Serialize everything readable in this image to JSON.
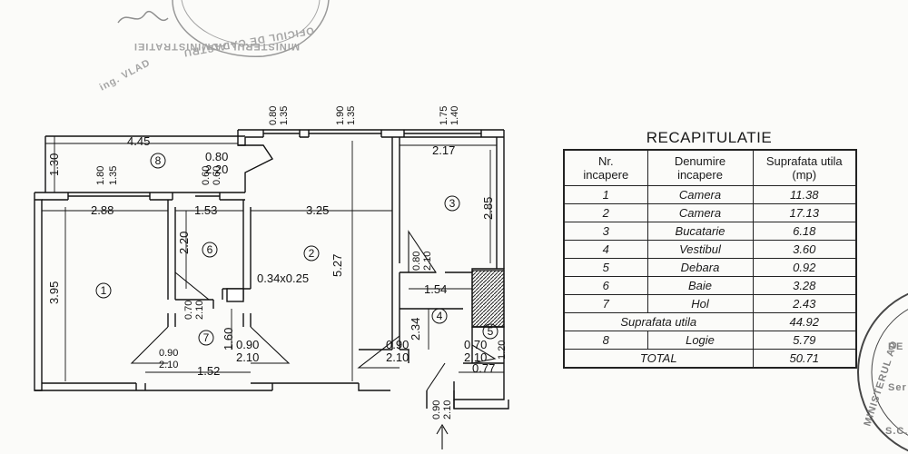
{
  "recap": {
    "title": "RECAPITULATIE",
    "headers": [
      "Nr. incapere",
      "Denumire incapere",
      "Suprafata utila (mp)"
    ],
    "rows": [
      {
        "nr": "1",
        "name": "Camera",
        "area": "11.38"
      },
      {
        "nr": "2",
        "name": "Camera",
        "area": "17.13"
      },
      {
        "nr": "3",
        "name": "Bucatarie",
        "area": "6.18"
      },
      {
        "nr": "4",
        "name": "Vestibul",
        "area": "3.60"
      },
      {
        "nr": "5",
        "name": "Debara",
        "area": "0.92"
      },
      {
        "nr": "6",
        "name": "Baie",
        "area": "3.28"
      },
      {
        "nr": "7",
        "name": "Hol",
        "area": "2.43"
      }
    ],
    "subtotal": {
      "label": "Suprafata utila",
      "area": "44.92"
    },
    "loggia": {
      "nr": "8",
      "name": "Logie",
      "area": "5.79"
    },
    "total": {
      "label": "TOTAL",
      "area": "50.71"
    }
  },
  "plan": {
    "room_numbers": [
      "1",
      "2",
      "3",
      "4",
      "5",
      "6",
      "7",
      "8"
    ],
    "dimensions": {
      "top_overall": "4.45",
      "left_loggia": "1.30",
      "loggia_window": "1.80",
      "loggia_window_h": "1.35",
      "small_window": "0.60",
      "small_window_h": "0.60",
      "loggia_door": "0.80",
      "loggia_door_h": "2.20",
      "win_a": "0.80",
      "win_a_h": "1.35",
      "win_b": "1.90",
      "win_b_h": "1.35",
      "win_c": "1.75",
      "win_c_h": "1.40",
      "room1_width": "2.88",
      "room1_height": "3.95",
      "room6_width": "1.53",
      "room6_height": "2.20",
      "room2_width": "3.25",
      "room2_height": "5.27",
      "room3_width": "2.17",
      "room3_height": "2.85",
      "column": "0.34x0.25",
      "hall_door": "0.80",
      "hall_door_h": "2.10",
      "vestibul_width": "1.54",
      "vestibul_height": "2.34",
      "bath_door": "0.70",
      "bath_door_h": "2.10",
      "hol_height": "1.60",
      "door7a": "0.90",
      "door7a_h": "2.10",
      "door7b": "0.90",
      "door7b_h": "2.10",
      "hol_width": "1.52",
      "door4": "0.90",
      "door4_h": "2.10",
      "door5": "0.70",
      "door5_h": "2.10",
      "debara_height": "1.20",
      "debara_width": "0.77",
      "entry_door": "0.90",
      "entry_door_h": "2.10"
    }
  },
  "stamps": {
    "top_signature": "ing. VLAD",
    "top_stamp_line1": "MINISTERUL ADMINISTRATIEI",
    "top_stamp_line2": "OFICIUL DE CADASTRU",
    "right_stamp_line1": "MINISTERUL AD",
    "right_stamp_line2": "DE",
    "right_stamp_line3": "Ser",
    "right_stamp_line4": "S.C."
  }
}
